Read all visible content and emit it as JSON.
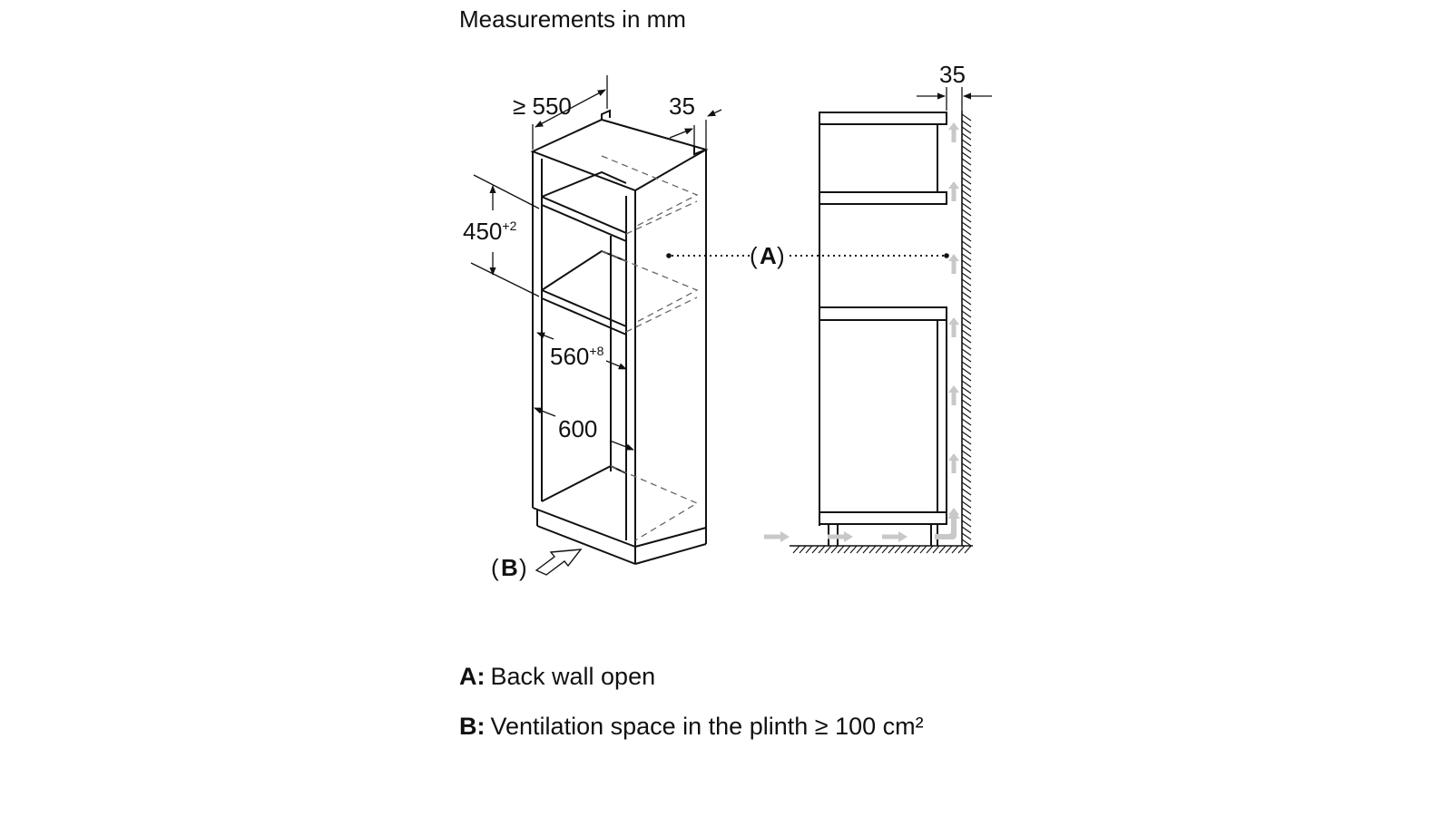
{
  "title": "Measurements in mm",
  "dimensions": {
    "depth_min": "≥ 550",
    "gap_top": "35",
    "niche_height": "450",
    "niche_height_tol": "+2",
    "niche_width": "560",
    "niche_width_tol": "+8",
    "cabinet_width": "600",
    "wall_gap": "35"
  },
  "callouts": {
    "a": "A",
    "b": "B"
  },
  "legend": {
    "a_key": "A:",
    "a_text": "Back wall open",
    "b_key": "B:",
    "b_text": "Ventilation space in the plinth ≥ 100 cm²"
  },
  "colors": {
    "line": "#111111",
    "airflow_arrow": "#c8c8c8",
    "dashed": "#666666"
  }
}
